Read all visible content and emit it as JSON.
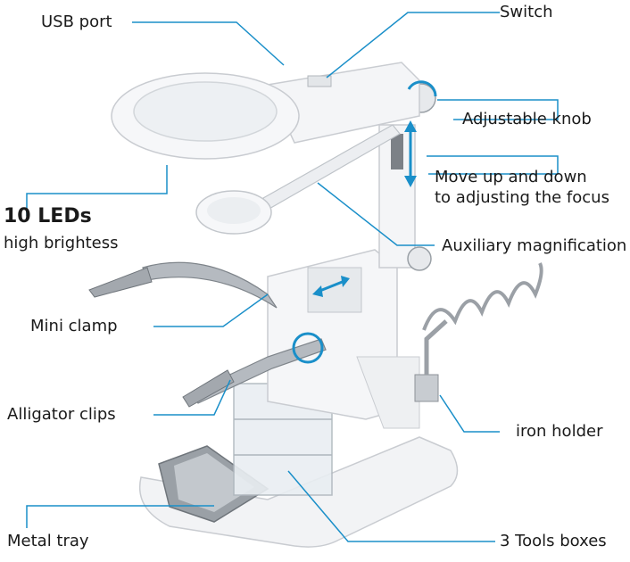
{
  "labels": {
    "usb_port": "USB port",
    "switch": "Switch",
    "adjustable_knob": "Adjustable knob",
    "move_line1": "Move up and down",
    "move_line2": "to adjusting the focus",
    "leds_title": "10 LEDs",
    "leds_sub": "high brightess",
    "auxiliary": "Auxiliary magnification",
    "mini_clamp": "Mini clamp",
    "alligator": "Alligator clips",
    "iron_holder": "iron holder",
    "metal_tray": "Metal tray",
    "tools_boxes": "3 Tools boxes"
  },
  "colors": {
    "leader": "#1a8fc9",
    "arrow": "#1a8fc9",
    "device_body": "#f4f5f7",
    "device_edge": "#c9ccd1",
    "metal": "#8d9298"
  }
}
